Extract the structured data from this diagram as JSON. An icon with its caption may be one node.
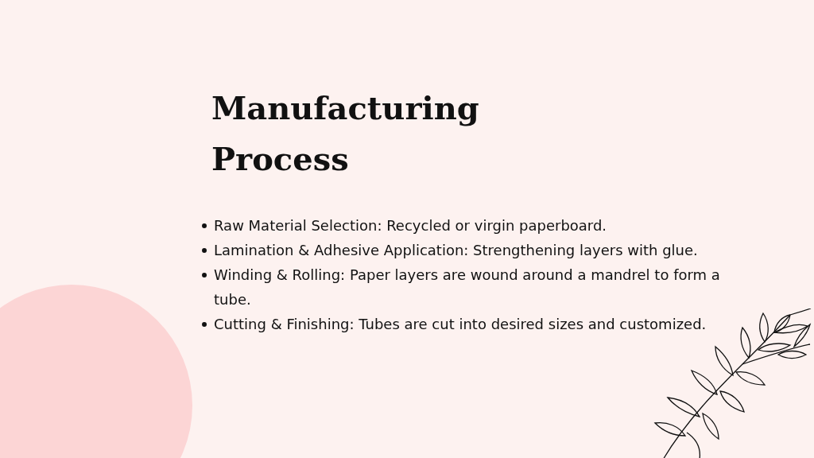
{
  "diagram": {
    "title": "Manufacturing Process",
    "labels": [
      "Raw Material Selection: Recycled or virgin paperboard.",
      "Lamination & Adhesive Application: Strengthening layers with glue.",
      "Winding & Rolling: Paper layers are wound around a mandrel to form a tube.",
      "Cutting & Finishing: Tubes are cut into desired sizes and customized."
    ]
  }
}
